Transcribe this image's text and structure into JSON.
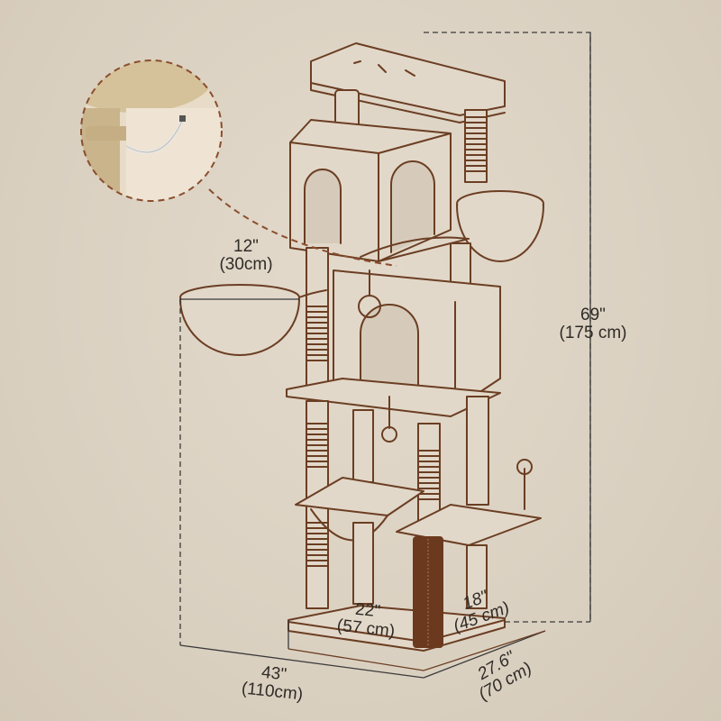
{
  "title": "Cat tree dimension diagram",
  "colors": {
    "background": "#DCD2C3",
    "outline": "#6B3E23",
    "sisal_post": "#6B3A1E",
    "dimension_line": "#3a3a3a",
    "inset_fill": "#E8DCC8"
  },
  "inset": {
    "icon": "zoom-detail-circle",
    "description": "Close-up of safety strap attached to post"
  },
  "dimensions": {
    "basket_diameter": {
      "imperial": "12\"",
      "metric": "(30cm)"
    },
    "total_height": {
      "imperial": "69\"",
      "metric": "(175 cm)"
    },
    "base_width": {
      "imperial": "22\"",
      "metric": "(57 cm)"
    },
    "lower_post_height": {
      "imperial": "18\"",
      "metric": "(45 cm)"
    },
    "overall_width": {
      "imperial": "43\"",
      "metric": "(110cm)"
    },
    "overall_depth": {
      "imperial": "27.6\"",
      "metric": "(70 cm)"
    }
  }
}
